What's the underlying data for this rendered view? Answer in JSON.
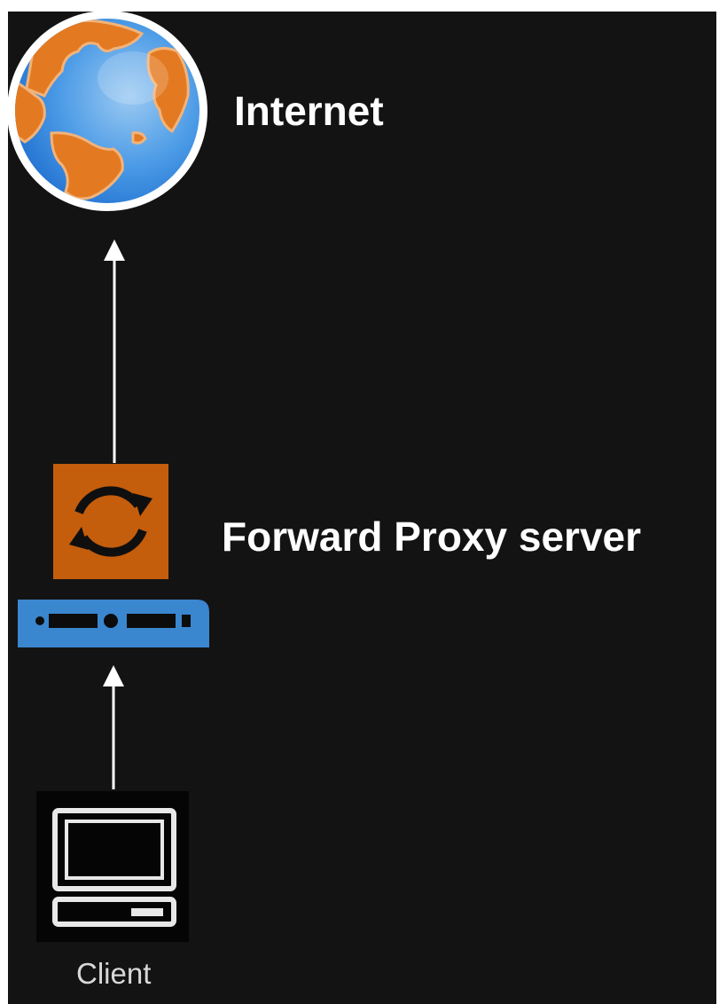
{
  "nodes": {
    "internet": {
      "label": "Internet",
      "icon": "globe-icon"
    },
    "proxy": {
      "label": "Forward Proxy server",
      "icon": "proxy-server-icon"
    },
    "client": {
      "label": "Client",
      "icon": "desktop-computer-icon"
    }
  },
  "edges": [
    {
      "from": "client",
      "to": "proxy"
    },
    {
      "from": "proxy",
      "to": "internet"
    }
  ],
  "colors": {
    "background": "#131313",
    "arrow": "#ffffff",
    "globe_ocean": "#3f97e4",
    "globe_land": "#e37a22",
    "proxy_box": "#c45d0c",
    "server_bar": "#3a86cf",
    "text": "#ffffff"
  }
}
